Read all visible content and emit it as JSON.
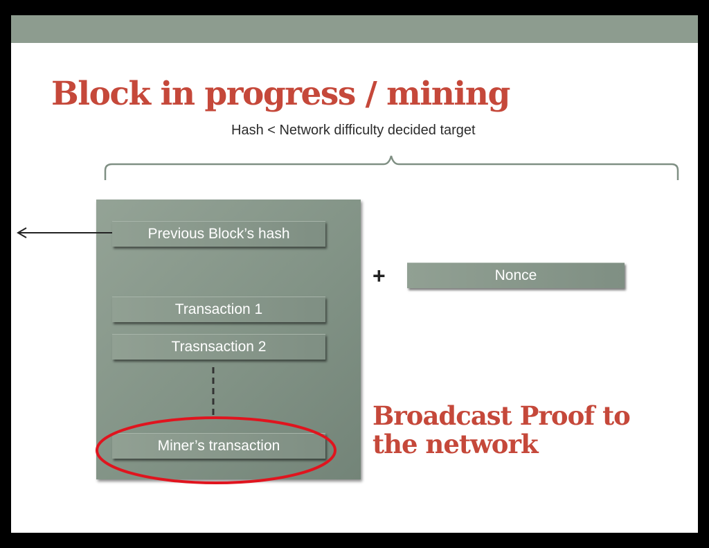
{
  "slide": {
    "title": "Block in progress / mining",
    "hash_caption": "Hash < Network difficulty decided target",
    "block_fields": [
      "Previous Block’s hash",
      "Transaction 1",
      "Trasnsaction 2",
      "Miner’s transaction"
    ],
    "plus_sign": "+",
    "nonce_label": "Nonce",
    "broadcast_lines": [
      "Broadcast Proof to",
      "the network"
    ]
  },
  "colors": {
    "title_red": "#c5483a",
    "band_gray_green": "#8d9c8f",
    "panel_gray_green": "#829386",
    "highlight_ellipse": "#e0141e"
  },
  "icons": [
    "curly-brace-icon",
    "left-arrow-icon",
    "dashed-line-icon",
    "highlight-ellipse-icon"
  ]
}
